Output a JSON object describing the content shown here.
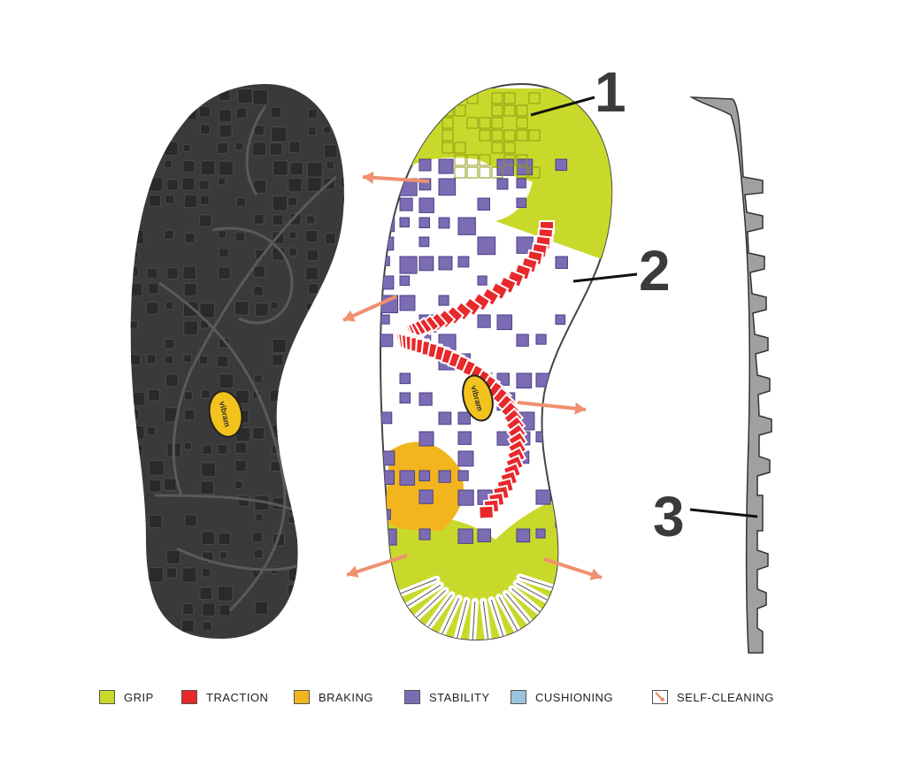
{
  "callouts": {
    "one": "1",
    "two": "2",
    "three": "3"
  },
  "legend": [
    {
      "label": "GRIP",
      "color": "#c9d92b",
      "icon": "grip-swatch"
    },
    {
      "label": "TRACTION",
      "color": "#e8282b",
      "icon": "traction-swatch"
    },
    {
      "label": "BRAKING",
      "color": "#f2b51d",
      "icon": "braking-swatch"
    },
    {
      "label": "STABILITY",
      "color": "#7b6cb4",
      "icon": "stability-swatch"
    },
    {
      "label": "CUSHIONING",
      "color": "#9cc3de",
      "icon": "cushioning-swatch"
    },
    {
      "label": "SELF-CLEANING",
      "color": "#e8855c",
      "icon": "self-cleaning-arrow-swatch"
    }
  ],
  "colors": {
    "sole_dark": "#3a3a3c",
    "lug": "#2c2c2e",
    "logo": "#f2c21d",
    "arrow": "#ef9070",
    "profile": "#a0a0a3"
  },
  "logo_text": "vibram"
}
